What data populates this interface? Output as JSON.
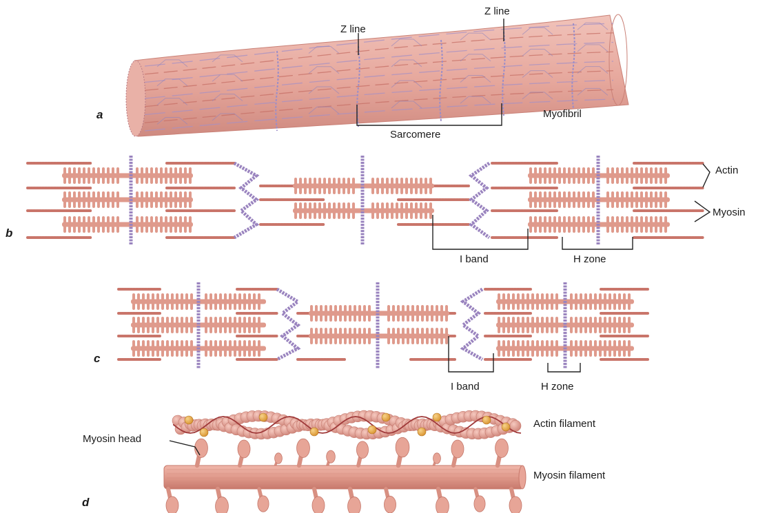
{
  "panels": {
    "a": {
      "letter": "a",
      "z_line_left": "Z line",
      "z_line_right": "Z line",
      "sarcomere": "Sarcomere",
      "myofibril": "Myofibril"
    },
    "b": {
      "letter": "b",
      "actin": "Actin",
      "myosin": "Myosin",
      "i_band": "I band",
      "h_zone": "H zone"
    },
    "c": {
      "letter": "c",
      "i_band": "I band",
      "h_zone": "H zone"
    },
    "d": {
      "letter": "d",
      "myosin_head": "Myosin head",
      "actin_filament": "Actin filament",
      "myosin_filament": "Myosin filament"
    }
  },
  "colors": {
    "fibril": "#e7aaa0",
    "fibril_dark": "#c98076",
    "z_disc": "#9a84bf",
    "actin": "#c9756a",
    "myosin": "#df9a8c",
    "bead_gold": "#e3a84c",
    "strand": "#a03a3a"
  }
}
